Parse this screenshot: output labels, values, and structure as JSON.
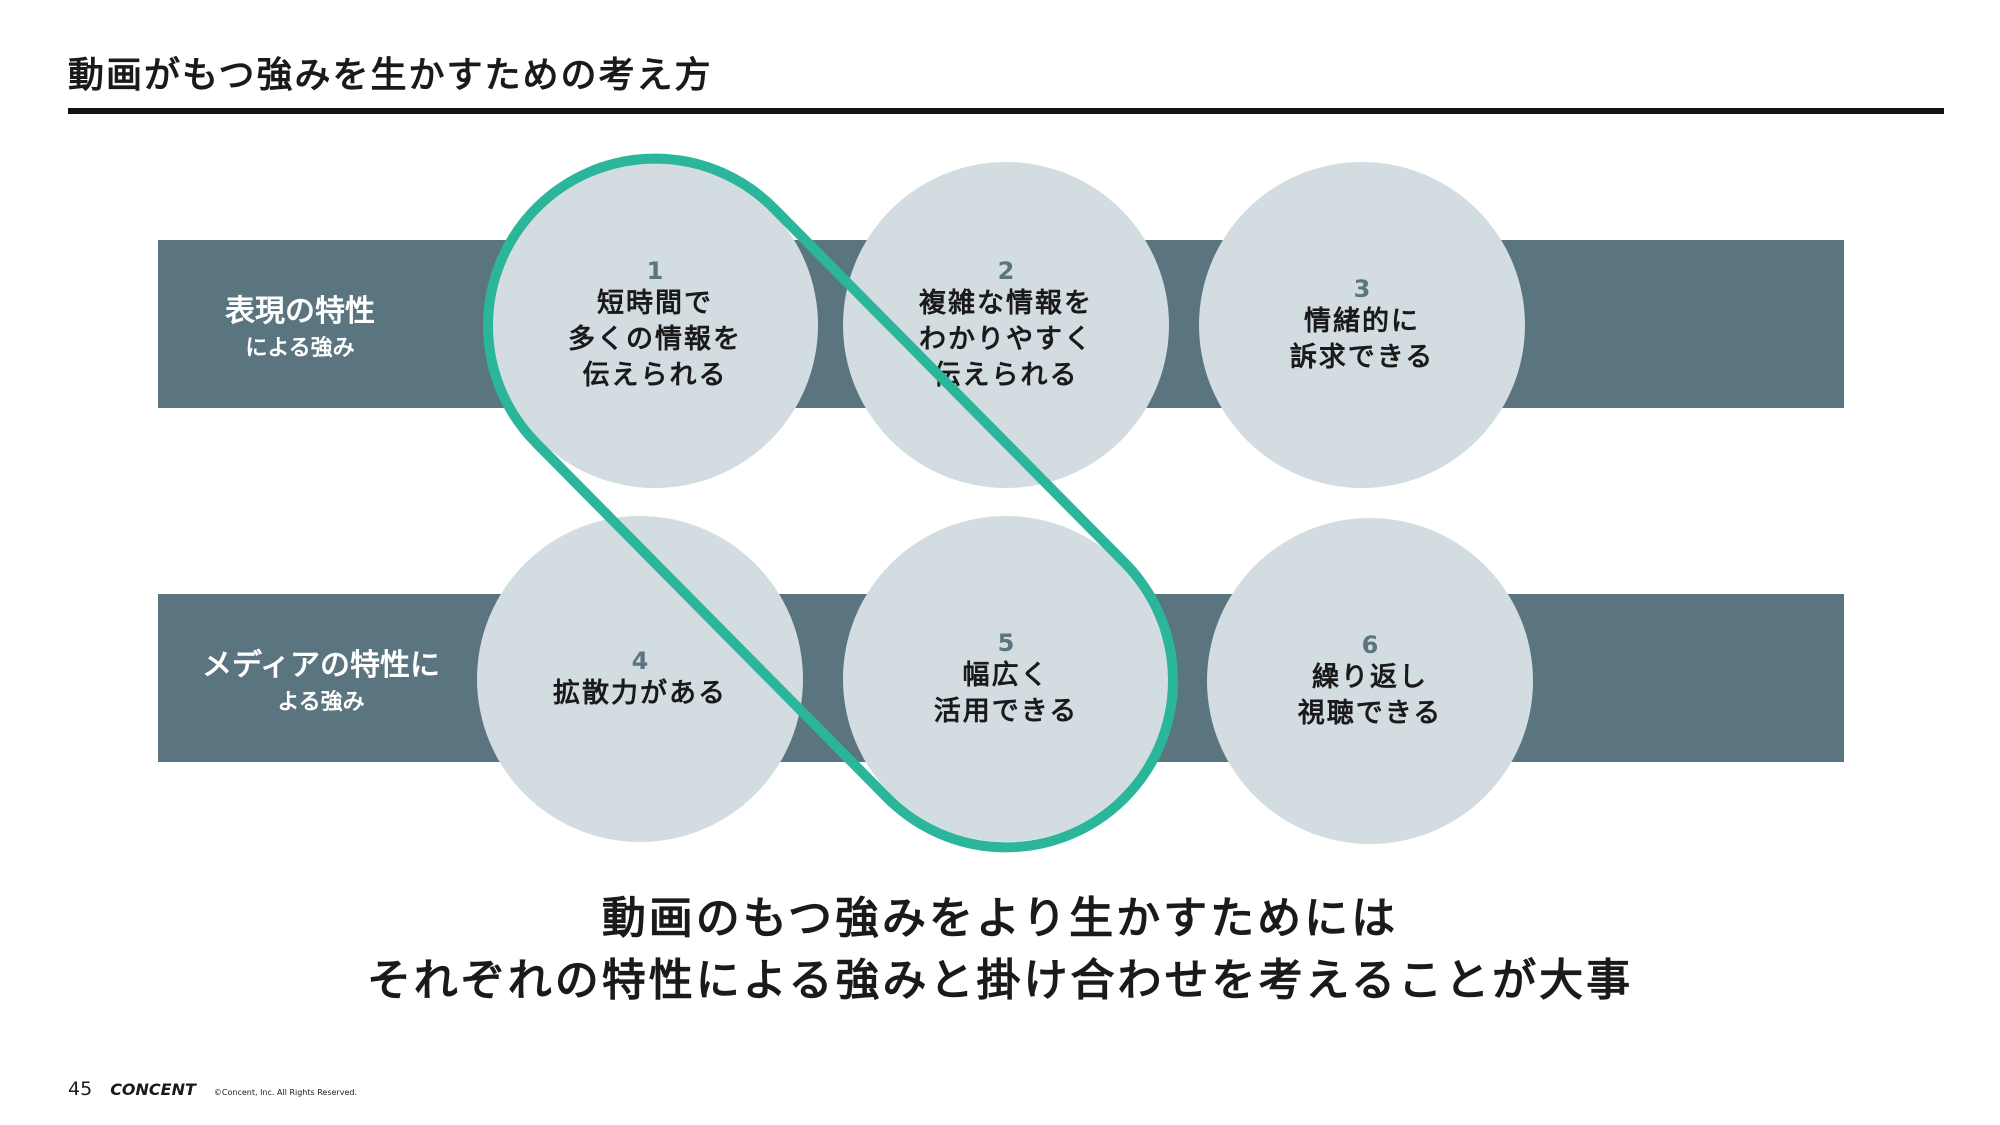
{
  "title": "動画がもつ強みを生かすための考え方",
  "rows": [
    {
      "label_main": "表現の特性",
      "label_sub": "による強み"
    },
    {
      "label_main": "メディアの特性に",
      "label_sub": "よる強み"
    }
  ],
  "items": [
    {
      "num": "1",
      "text": "短時間で\n多くの情報を\n伝えられる"
    },
    {
      "num": "2",
      "text": "複雑な情報を\nわかりやすく\n伝えられる"
    },
    {
      "num": "3",
      "text": "情緒的に\n訴求できる"
    },
    {
      "num": "4",
      "text": "拡散力がある"
    },
    {
      "num": "5",
      "text": "幅広く\n活用できる"
    },
    {
      "num": "6",
      "text": "繰り返し\n視聴できる"
    }
  ],
  "conclusion": {
    "line1": "動画のもつ強みをより生かすためには",
    "line2": "それぞれの特性による強みと掛け合わせを考えることが大事"
  },
  "footer": {
    "page": "45",
    "logo": "CONCENT",
    "copyright": "©Concent, Inc. All Rights Reserved."
  },
  "colors": {
    "band": "#5a7480",
    "circle": "#d3dde1",
    "highlight": "#2bb59a"
  }
}
